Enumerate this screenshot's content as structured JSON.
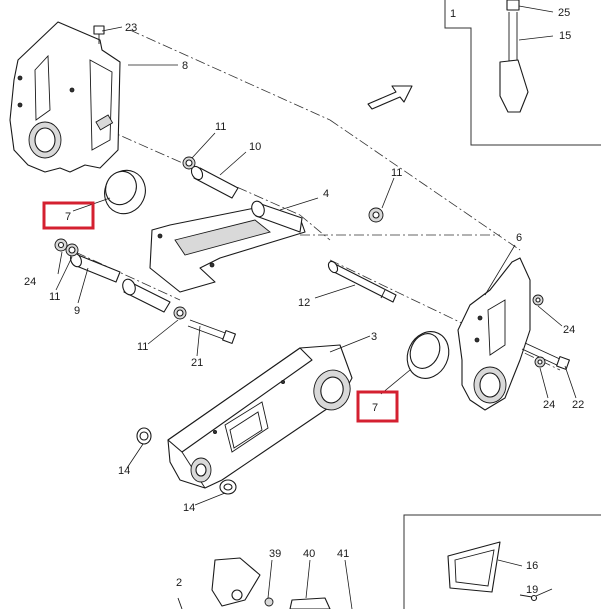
{
  "callouts": {
    "c1": "1",
    "c2": "2",
    "c3": "3",
    "c4": "4",
    "c6": "6",
    "c7a": "7",
    "c7b": "7",
    "c8": "8",
    "c9": "9",
    "c10": "10",
    "c11a": "11",
    "c11b": "11",
    "c11c": "11",
    "c11d": "11",
    "c12": "12",
    "c14a": "14",
    "c14b": "14",
    "c15": "15",
    "c16": "16",
    "c19": "19",
    "c21": "21",
    "c22": "22",
    "c23": "23",
    "c24a": "24",
    "c24b": "24",
    "c24c": "24",
    "c25": "25",
    "c39": "39",
    "c40": "40",
    "c41": "41"
  },
  "highlighted_callouts": [
    "c7a",
    "c7b"
  ],
  "colors": {
    "line": "#1a1a1a",
    "highlight": "#d42030",
    "background": "#ffffff"
  }
}
